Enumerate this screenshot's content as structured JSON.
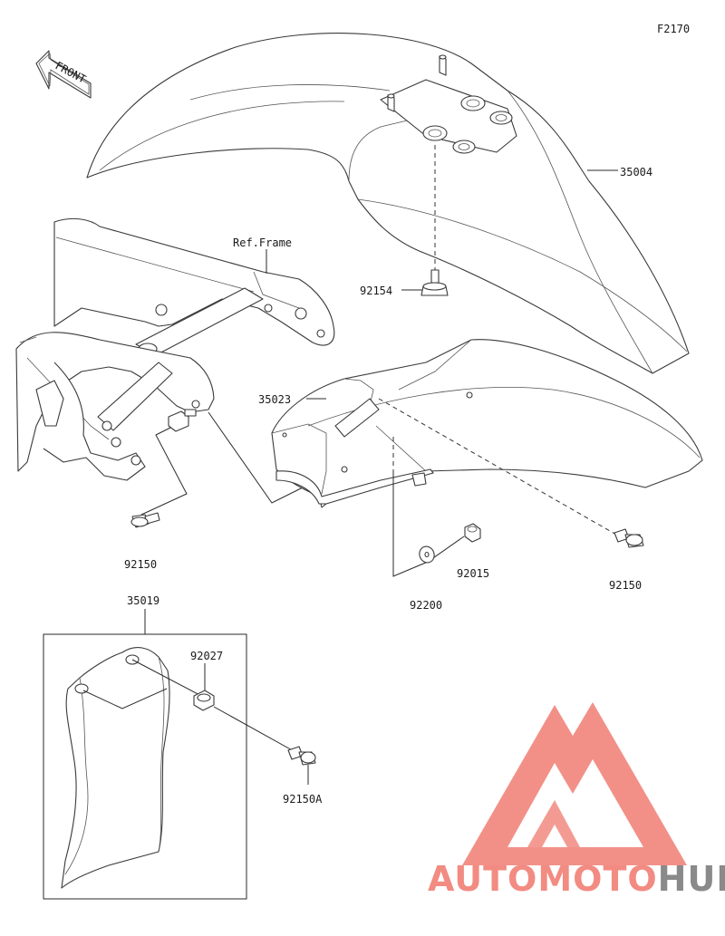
{
  "diagram": {
    "figure_code": "F2170",
    "front_label": "FRONT",
    "ref_frame_label": "Ref.Frame",
    "parts": {
      "front_fender": "35004",
      "fender_guard": "35023",
      "bolt_92154": "92154",
      "bolt_92150_left": "92150",
      "bolt_92150_right": "92150",
      "nut_92015": "92015",
      "washer_92200": "92200",
      "flap_35019": "35019",
      "collar_92027": "92027",
      "bolt_92150A": "92150A"
    }
  },
  "watermark": {
    "word_part1": "AUTO",
    "word_part2": "MOTO",
    "word_part3": "HUB",
    "color_main": "#f28b82",
    "color_hub": "#8a8a8a"
  }
}
